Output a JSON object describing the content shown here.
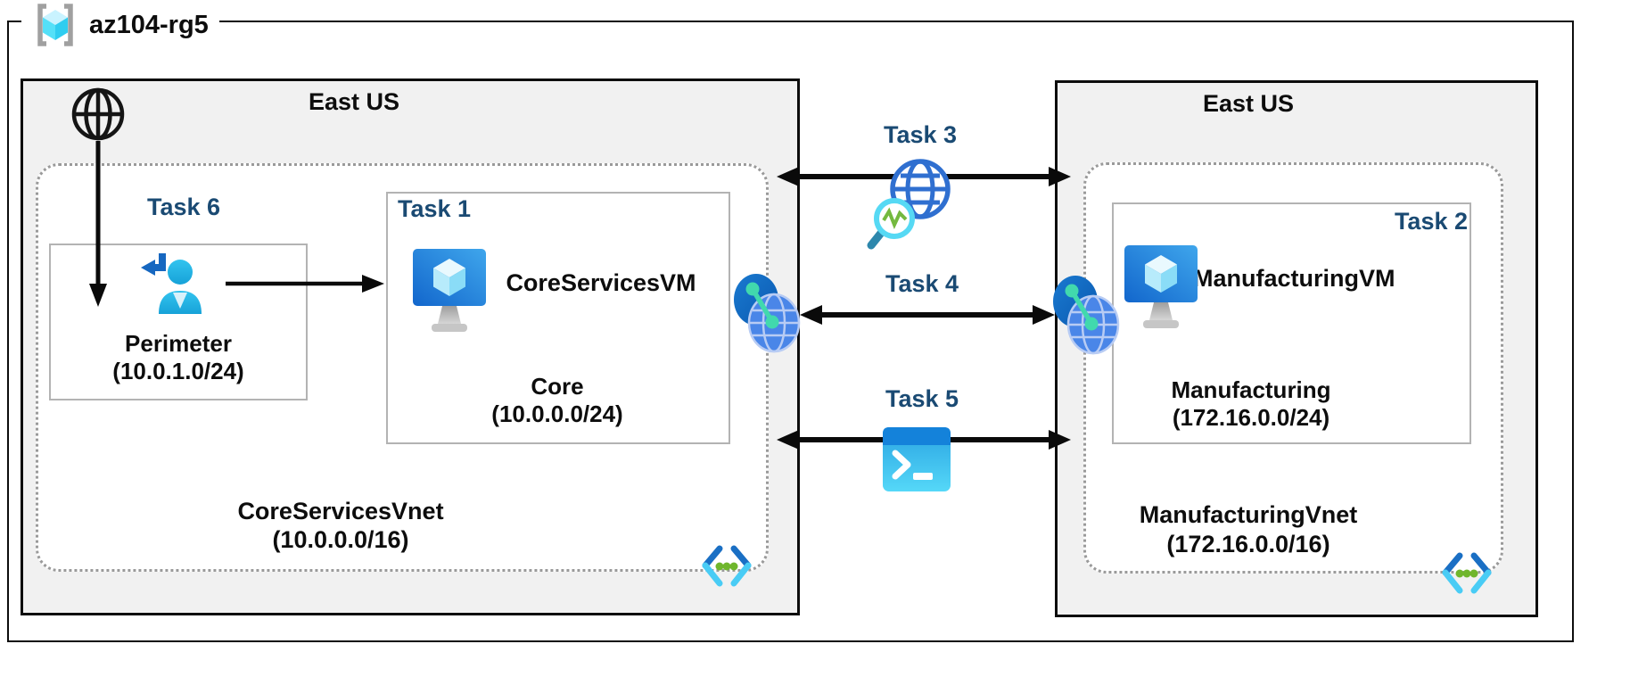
{
  "resource_group": {
    "name": "az104-rg5"
  },
  "left_region": {
    "title": "East US",
    "task6_label": "Task 6",
    "perimeter_name": "Perimeter",
    "perimeter_cidr": "(10.0.1.0/24)",
    "task1_label": "Task 1",
    "vm_name": "CoreServicesVM",
    "subnet_name": "Core",
    "subnet_cidr": "(10.0.0.0/24)",
    "vnet_name": "CoreServicesVnet",
    "vnet_cidr": "(10.0.0.0/16)"
  },
  "right_region": {
    "title": "East US",
    "task2_label": "Task 2",
    "vm_name": "ManufacturingVM",
    "subnet_name": "Manufacturing",
    "subnet_cidr": "(172.16.0.0/24)",
    "vnet_name": "ManufacturingVnet",
    "vnet_cidr": "(172.16.0.0/16)"
  },
  "connections": {
    "task3_label": "Task 3",
    "task4_label": "Task 4",
    "task5_label": "Task 5"
  },
  "icons": {
    "resource_group": "resource-group-icon",
    "internet": "internet-globe-icon",
    "sign_in": "sign-in-user-icon",
    "virtual_machine": "virtual-machine-icon",
    "network_peering": "network-peering-icon",
    "network_watcher": "network-watcher-icon",
    "cloud_shell": "cloud-shell-icon",
    "subnet": "subnet-icon"
  },
  "colors": {
    "task_label": "#1a4a73",
    "region_fill": "#f1f1f1",
    "outline": "#0d0d0d",
    "box_border": "#b3b3b3",
    "vnet_dotted_border": "#9a9a9a",
    "vm_blue": "#2f8fe0",
    "peering_teal": "#41d9ad",
    "shell_blue": "#1482da",
    "subnet_green": "#6fb62c"
  }
}
